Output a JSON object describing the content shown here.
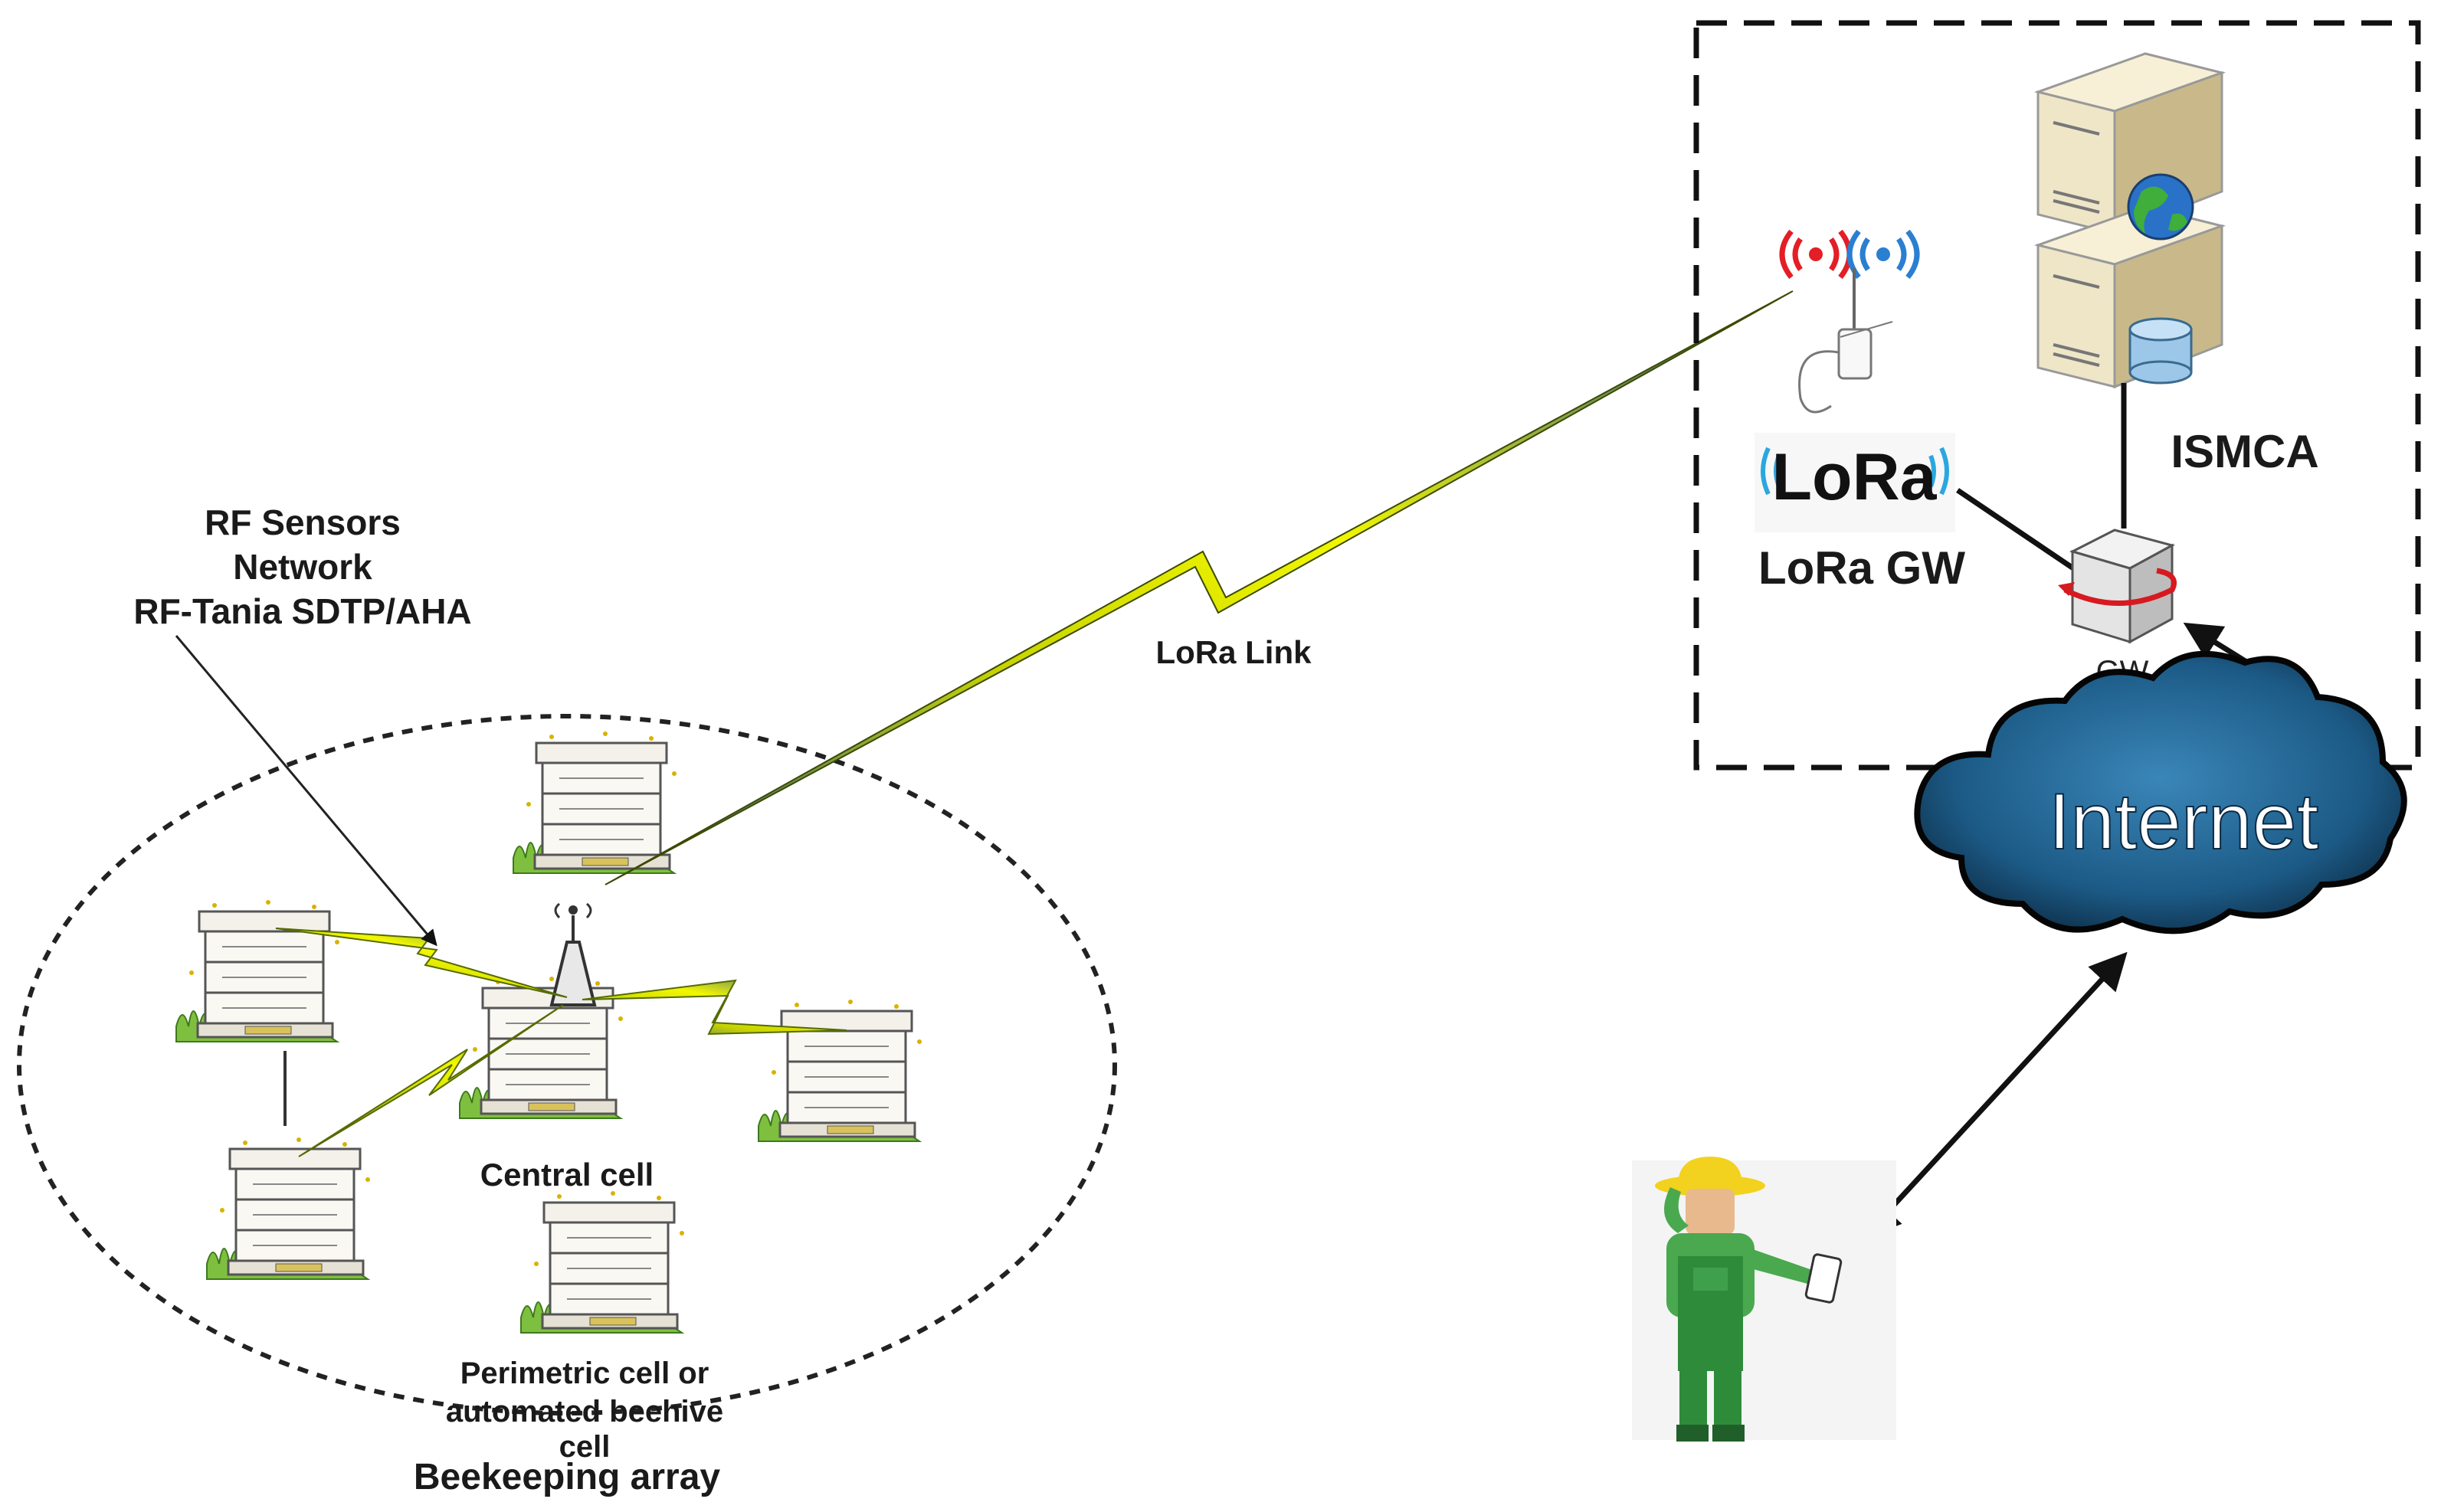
{
  "labels": {
    "rf_network_line1": "RF Sensors",
    "rf_network_line2": "Network",
    "rf_network_line3": "RF-Tania SDTP/AHA",
    "lora_link": "LoRa Link",
    "central_cell": "Central cell",
    "perimetric_line1": "Perimetric cell or",
    "perimetric_line2": "automated beehive",
    "perimetric_line3": "cell",
    "beekeeping_array": "Beekeeping array",
    "lora_logo": "LoRa",
    "lora_gw": "LoRa GW",
    "ismca": "ISMCA",
    "gw": "GW",
    "internet": "Internet"
  },
  "colors": {
    "link_yellow": "#e8f000",
    "link_blue": "#1f4e9a",
    "cloud": "#1c5a86",
    "farmer_green": "#2e8b3a",
    "hat_yellow": "#f2d21e",
    "server_beige": "#efe6c8",
    "db_blue": "#9cc7e8"
  }
}
